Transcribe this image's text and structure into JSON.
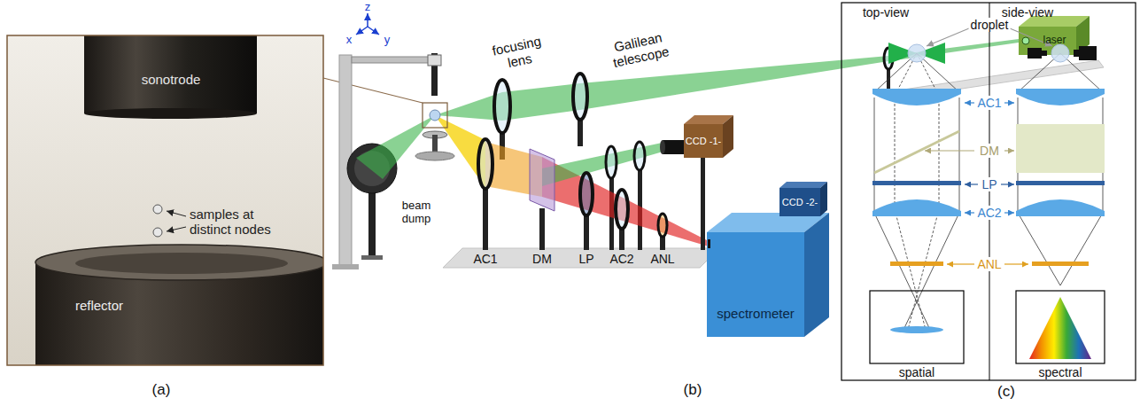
{
  "diagram": {
    "nodes": [
      {
        "text": [
          "laser"
        ]
      },
      {
        "text": [
          "CCD -1-"
        ]
      },
      {
        "text": [
          "spectrometer"
        ]
      },
      {
        "text": [
          "CCD -2-"
        ]
      }
    ],
    "labels": [
      "z",
      "x",
      "y",
      "sonotrode",
      "samples at distinct nodes",
      "reflector",
      "(a)",
      "Galilean telescope",
      "focusing lens",
      "beam dump",
      "AC1",
      "DM",
      "LP",
      "AC2",
      "ANL",
      "(b)",
      "top-view",
      "side-view",
      "droplet",
      "AC1",
      "DM",
      "LP",
      "AC2",
      "ANL",
      "spatial",
      "spectral",
      "(c)"
    ]
  }
}
